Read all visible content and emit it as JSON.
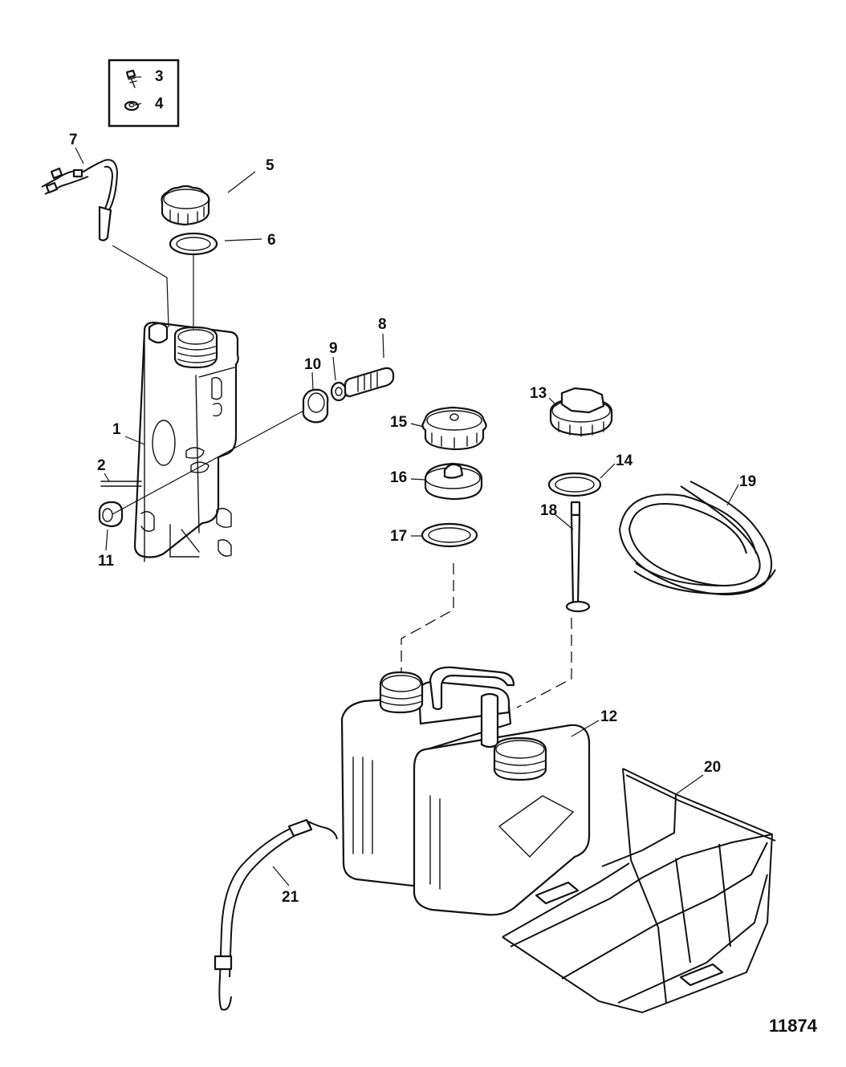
{
  "diagram": {
    "figure_number": "11874",
    "callouts": [
      "1",
      "2",
      "3",
      "4",
      "5",
      "6",
      "7",
      "8",
      "9",
      "10",
      "11",
      "12",
      "13",
      "14",
      "15",
      "16",
      "17",
      "18",
      "19",
      "20",
      "21"
    ]
  }
}
